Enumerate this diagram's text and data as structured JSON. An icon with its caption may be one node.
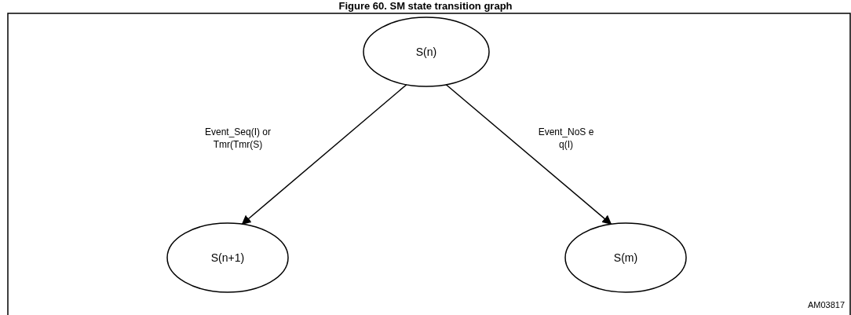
{
  "diagram": {
    "title": "Figure 60. SM state transition graph",
    "nodes": [
      {
        "text": [
          "S(n)"
        ]
      },
      {
        "text": [
          "S(n+1)"
        ]
      },
      {
        "text": [
          "S(m)"
        ]
      }
    ],
    "edges": [
      {
        "from": 0,
        "to": 1,
        "arrow": "to",
        "label": "Event_Seq(I) or Tmr(Tmr(S)"
      },
      {
        "from": 0,
        "to": 2,
        "arrow": "to",
        "label": "Event_NoS e q(I)"
      }
    ],
    "labels": [
      "AM03817"
    ]
  }
}
